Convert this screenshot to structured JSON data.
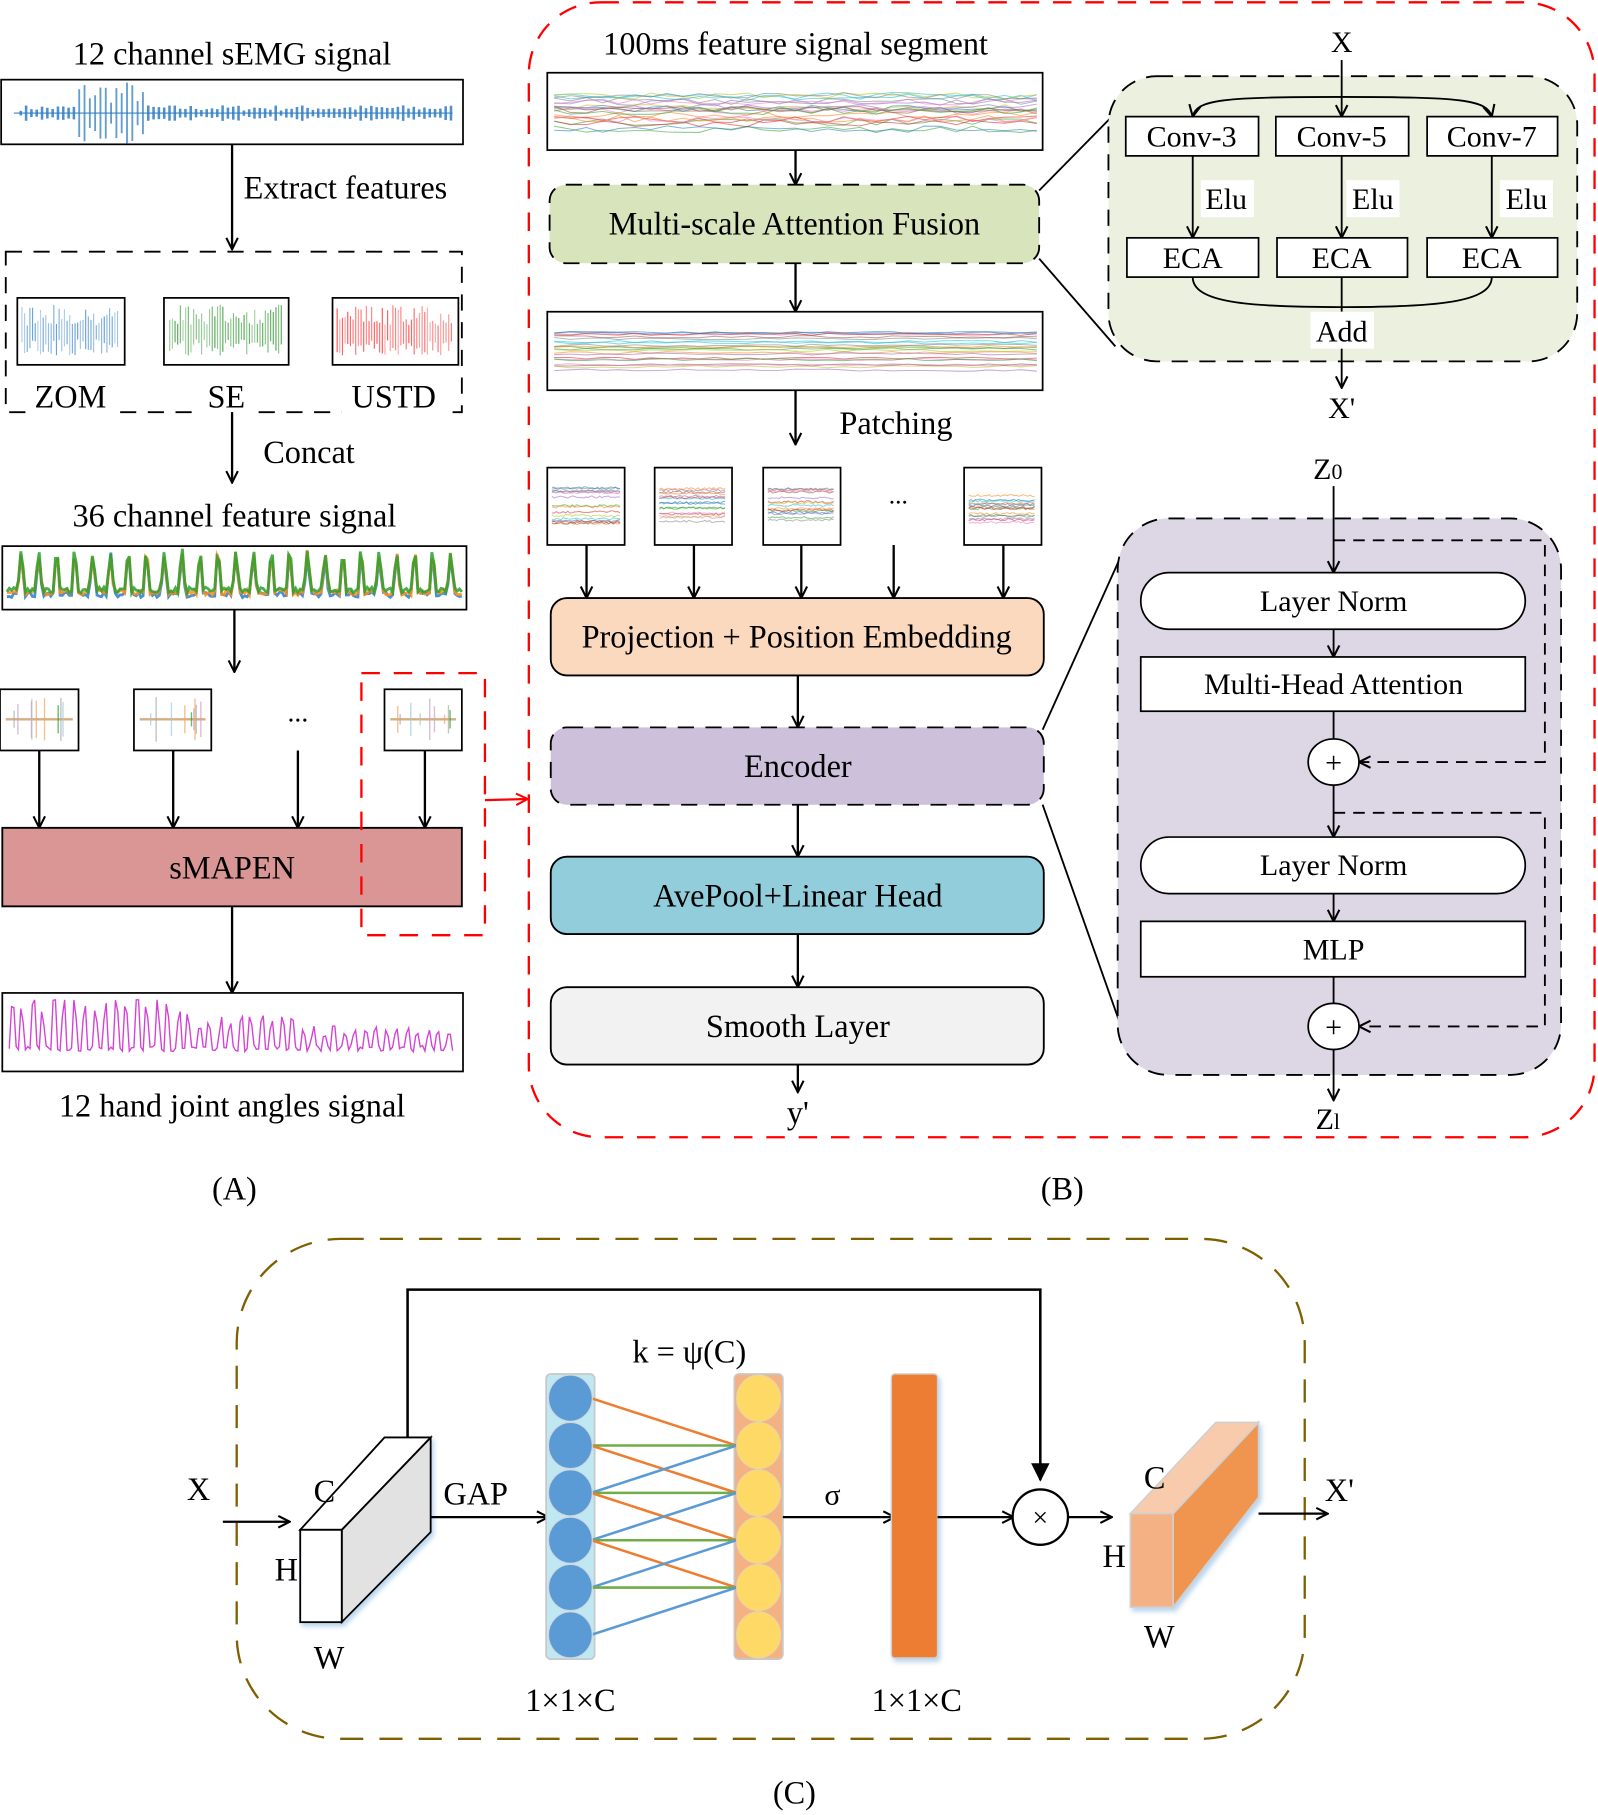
{
  "panel_a": {
    "semg_title": "12 channel sEMG signal",
    "extract_label": "Extract features",
    "features": [
      {
        "label": "ZOM",
        "color": "#2e7dc4"
      },
      {
        "label": "SE",
        "color": "#1a8a1a"
      },
      {
        "label": "USTD",
        "color": "#ff1a1a"
      }
    ],
    "concat_label": "Concat",
    "feature_title": "36 channel feature signal",
    "ellipsis": "...",
    "model_label": "sMAPEN",
    "output_title": "12 hand joint angles signal",
    "caption": "(A)",
    "colors": {
      "semg": "#2e7dc4",
      "model_fill": "#d99694",
      "output": "#cc22cc",
      "highlight": "#ff0000"
    }
  },
  "panel_b": {
    "segment_title": "100ms feature signal segment",
    "patching_label": "Patching",
    "ellipsis": "...",
    "blocks": [
      {
        "id": "msaf",
        "label": "Multi-scale Attention Fusion",
        "fill": "#d8e4bc",
        "dashed": true
      },
      {
        "id": "proj",
        "label": "Projection + Position Embedding",
        "fill": "#fad9bf",
        "dashed": false
      },
      {
        "id": "encoder",
        "label": "Encoder",
        "fill": "#ccc0da",
        "dashed": true
      },
      {
        "id": "head",
        "label": "AvePool+Linear Head",
        "fill": "#92cddc",
        "dashed": false
      },
      {
        "id": "smooth",
        "label": "Smooth Layer",
        "fill": "#f2f2f2",
        "dashed": false
      }
    ],
    "output_label": "y'",
    "caption": "(B)",
    "msaf_detail": {
      "input": "X",
      "convs": [
        "Conv-3",
        "Conv-5",
        "Conv-7"
      ],
      "activation": "Elu",
      "attention": "ECA",
      "merge": "Add",
      "output": "X'",
      "fill": "#ebf1de"
    },
    "encoder_detail": {
      "input": "Z",
      "input_sub": "0",
      "layers": [
        "Layer Norm",
        "Multi-Head Attention",
        "Layer Norm",
        "MLP"
      ],
      "plus": "+",
      "output": "Z",
      "output_sub": "l",
      "fill": "#dcd6e5"
    }
  },
  "panel_c": {
    "input": "X",
    "dims": {
      "c": "C",
      "h": "H",
      "w": "W"
    },
    "gap_label": "GAP",
    "kernel_label": "k = ψ(C)",
    "sigma_label": "σ",
    "vector_label": "1×1×C",
    "weights_label": "1×1×C",
    "multiply": "×",
    "output": "X'",
    "caption": "(C)",
    "node_count": 6,
    "connections": [
      {
        "from": 0,
        "to": 1,
        "type": "orange"
      },
      {
        "from": 1,
        "to": 1,
        "type": "green"
      },
      {
        "from": 1,
        "to": 2,
        "type": "orange"
      },
      {
        "from": 2,
        "to": 1,
        "type": "blue"
      },
      {
        "from": 2,
        "to": 2,
        "type": "green"
      },
      {
        "from": 2,
        "to": 3,
        "type": "orange"
      },
      {
        "from": 3,
        "to": 2,
        "type": "blue"
      },
      {
        "from": 3,
        "to": 3,
        "type": "green"
      },
      {
        "from": 3,
        "to": 4,
        "type": "orange"
      },
      {
        "from": 4,
        "to": 3,
        "type": "blue"
      },
      {
        "from": 4,
        "to": 4,
        "type": "green"
      },
      {
        "from": 5,
        "to": 4,
        "type": "blue"
      }
    ],
    "colors": {
      "blue_node": "#5b9bd5",
      "blue_column": "#bfe8f2",
      "yellow_node": "#ffd966",
      "yellow_column": "#f4b183",
      "weights": "#ed7d31",
      "orange_line": "#ed7d31",
      "green_line": "#70ad47",
      "blue_line": "#5b9bd5",
      "border": "#7f6000",
      "out_front": "#f4b183",
      "out_side": "#f0954f",
      "out_top": "#f8cbad"
    }
  }
}
